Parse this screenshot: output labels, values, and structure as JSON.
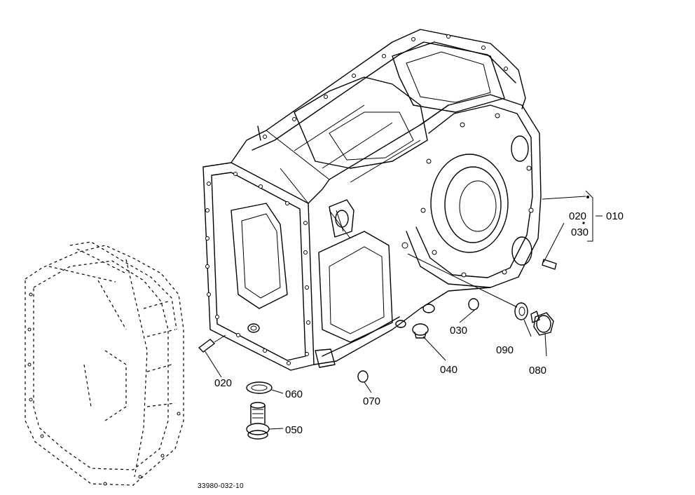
{
  "figure_code": "33980-032-10",
  "callouts": {
    "c010": "010",
    "c020_upper": "020",
    "c030_upper": "030",
    "c020_lower": "020",
    "c030_lower": "030",
    "c040": "040",
    "c050": "050",
    "c060": "060",
    "c070": "070",
    "c080": "080",
    "c090": "090"
  }
}
